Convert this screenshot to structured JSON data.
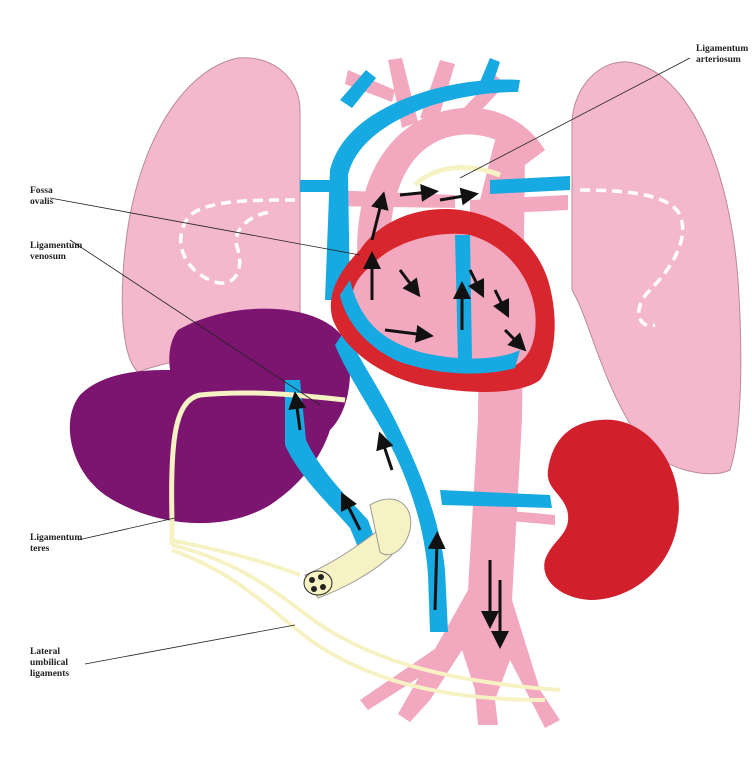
{
  "labels": {
    "ligamentum_arteriosum": "Ligamentum\narteriosum",
    "fossa_ovalis": "Fossa\novalis",
    "ligamentum_venosum": "Ligamentum\nvenosum",
    "ligamentum_teres": "Ligamentum\nteres",
    "lateral_umbilical_ligaments": "Lateral\numbilical\nligaments"
  },
  "colors": {
    "lung": "#f4b8cc",
    "artery_pink": "#f2a9bf",
    "vein_blue": "#17a9e1",
    "heart_red": "#d8262f",
    "liver_purple": "#7b1570",
    "kidney_red": "#d1202c",
    "ligament_cream": "#f7f2c4",
    "arrow_black": "#111111"
  }
}
